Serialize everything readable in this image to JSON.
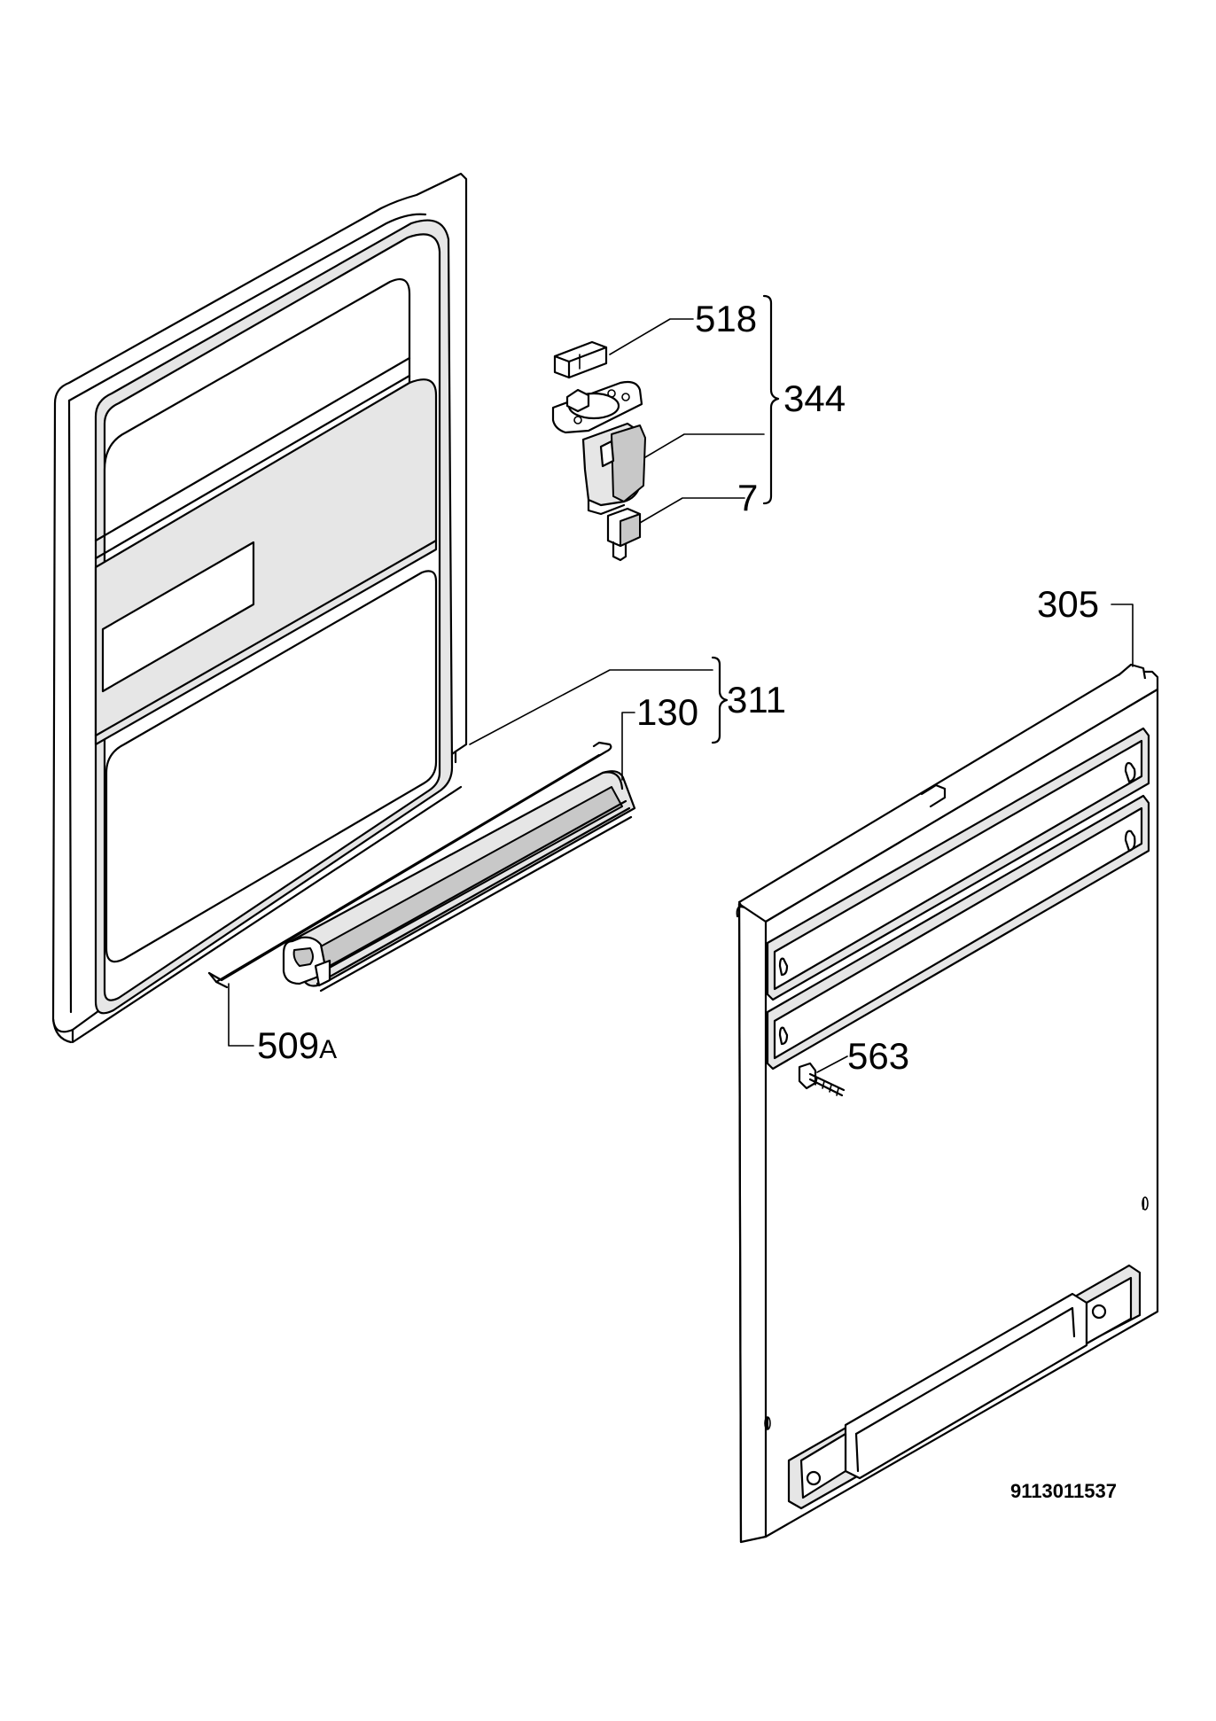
{
  "callouts": {
    "c518": "518",
    "c344": "344",
    "c7": "7",
    "c305": "305",
    "c311": "311",
    "c130": "130",
    "c509_main": "509",
    "c509_suffix": "A",
    "c563": "563"
  },
  "document_id": "9113011537",
  "parts": {
    "inner_door": "inner-door-panel",
    "lock_assembly": "door-lock-assembly",
    "outer_panel": "outer-door-panel",
    "seal": "door-seal-profile",
    "hinge_rod": "hinge-rod",
    "screw": "screw"
  }
}
